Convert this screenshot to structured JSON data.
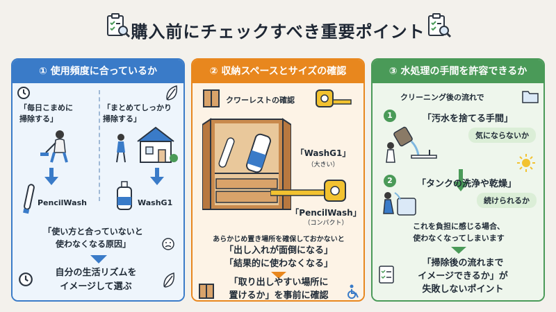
{
  "header": {
    "title": "購入前にチェックすべき重要ポイント"
  },
  "columns": [
    {
      "heading": "① 使用頻度に合っているか",
      "left_quote": "「毎日こまめに\n掃除する」",
      "right_quote": "「まとめてしっかり\n掃除する」",
      "left_product": "PencilWash",
      "right_product": "WashG1",
      "warning": "「使い方と合っていないと\n使わなくなる原因」",
      "advice": "自分の生活リズムを\nイメージして選ぶ"
    },
    {
      "heading": "② 収納スペースとサイズの確認",
      "closet_label": "クワーレストの確認",
      "large_product": "「WashG1」",
      "large_note": "（大きい）",
      "small_product": "「PencilWash」",
      "small_note": "（コンパクト）",
      "intro": "あらかじめ置き場所を確保しておかないと",
      "consequence": "「出し入れが面倒になる」\n「結果的に使わなくなる」",
      "advice": "「取り出しやすい場所に\n置けるか」を事前に確認"
    },
    {
      "heading": "③ 水処理の手間を許容できるか",
      "flow_label": "クリーニング後の流れで",
      "step1_num": "1",
      "step1": "「汚水を捨てる手間」",
      "step1_q": "気にならないか",
      "step2_num": "2",
      "step2": "「タンクの洗浄や乾燥」",
      "step2_q": "続けられるか",
      "burden": "これを負担に感じる場合、\n使わなくなってしまいます",
      "advice": "「掃除後の流れまで\nイメージできるか」が\n失敗しないポイント"
    }
  ],
  "colors": {
    "blue": "#3a7bc8",
    "orange": "#e8871e",
    "green": "#4a9a58"
  }
}
